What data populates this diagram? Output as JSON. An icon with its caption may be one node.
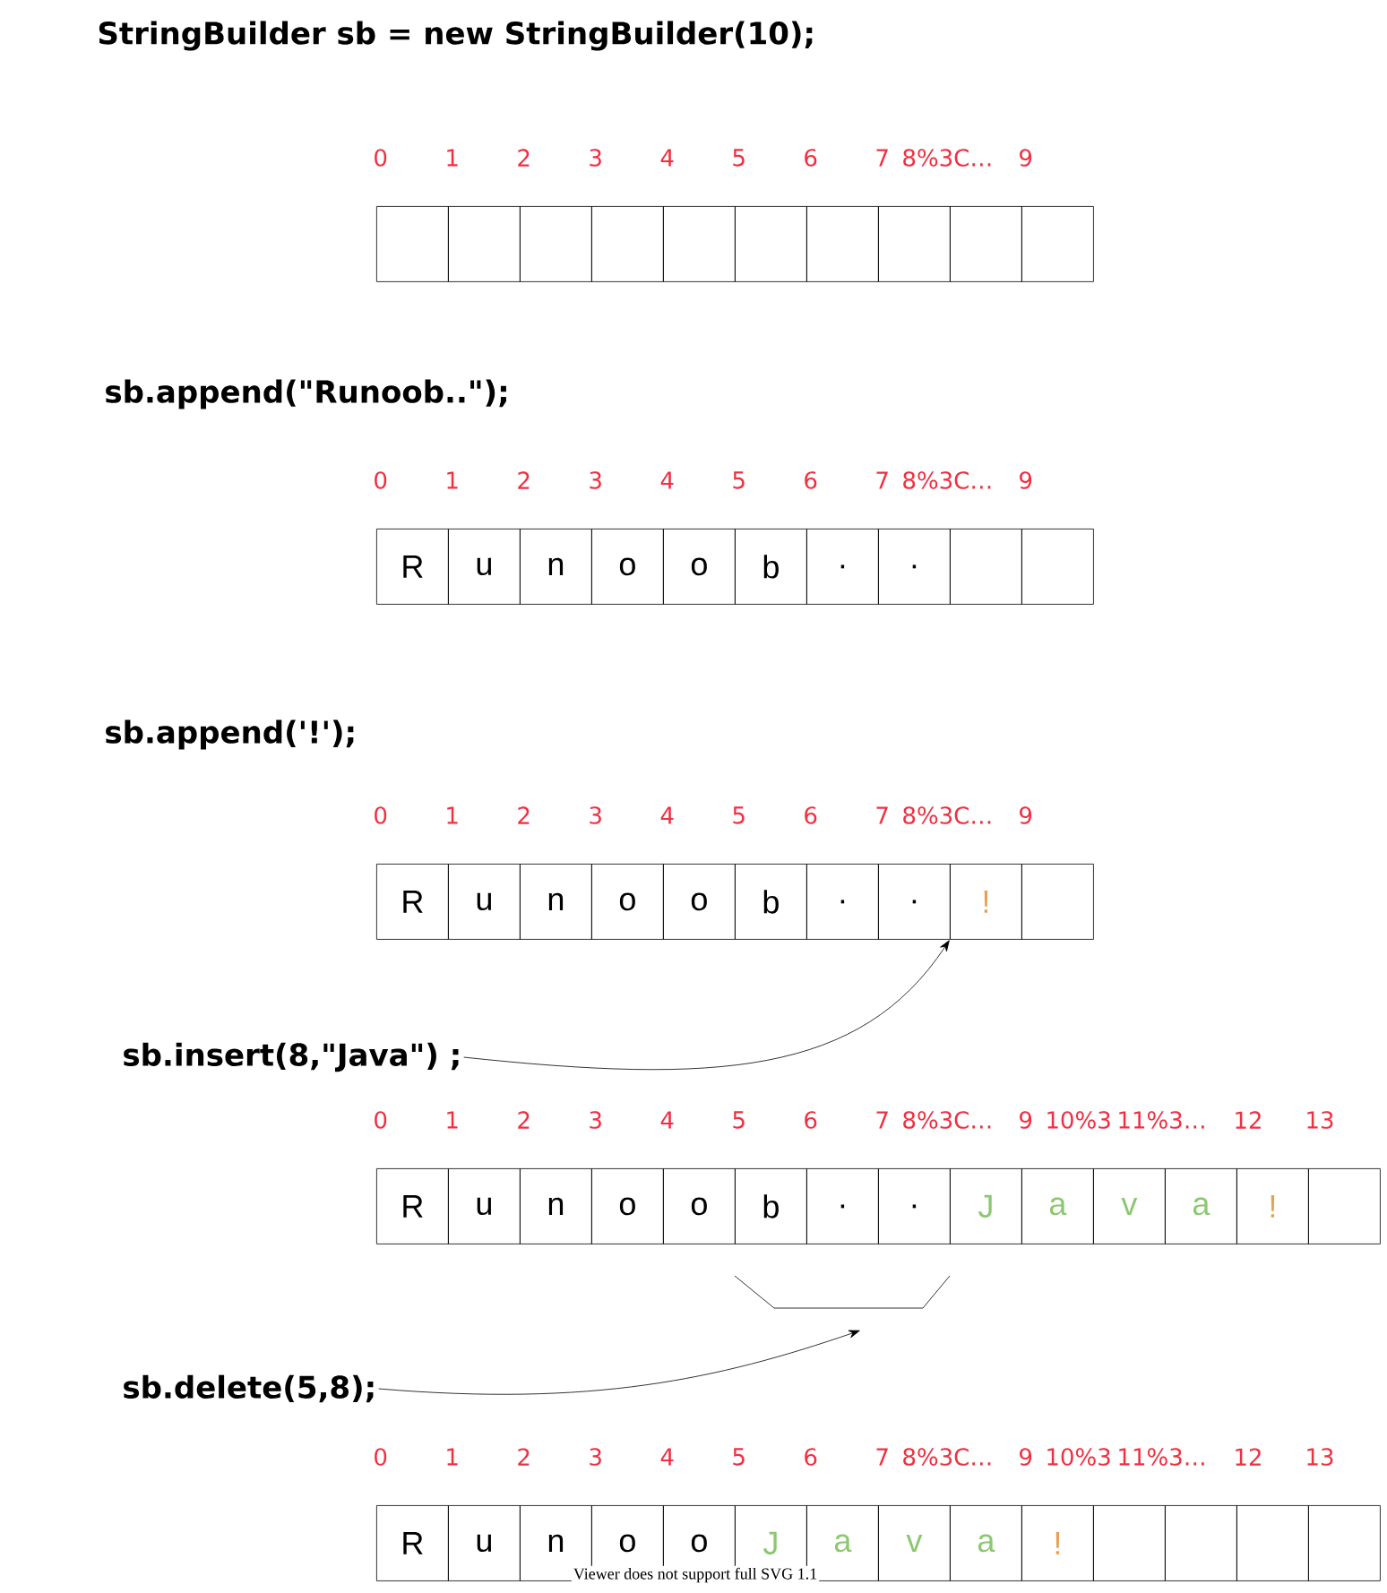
{
  "diagram": {
    "nodes": [
      {
        "text": [
          "StringBuilder sb = new StringBuilder(10);"
        ]
      },
      {
        "text": [],
        "shape": "box",
        "beside": [
          "0"
        ]
      },
      {
        "text": [],
        "shape": "box",
        "beside": [
          "1"
        ]
      },
      {
        "text": [],
        "shape": "box",
        "beside": [
          "2"
        ]
      },
      {
        "text": [],
        "shape": "box",
        "beside": [
          "3"
        ]
      },
      {
        "text": [],
        "shape": "box",
        "beside": [
          "4"
        ]
      },
      {
        "text": [],
        "shape": "box",
        "beside": [
          "5"
        ]
      },
      {
        "text": [],
        "shape": "box",
        "beside": [
          "6"
        ]
      },
      {
        "text": [],
        "shape": "box",
        "beside": [
          "7"
        ]
      },
      {
        "text": [],
        "shape": "box",
        "beside": [
          "8%3C…"
        ]
      },
      {
        "text": [],
        "shape": "box",
        "beside": [
          "9"
        ]
      },
      {
        "text": [
          "sb.append(\"Runoob..\");"
        ]
      },
      {
        "text": [
          "R"
        ],
        "beside": [
          "0"
        ]
      },
      {
        "text": [
          "u"
        ],
        "beside": [
          "1"
        ]
      },
      {
        "text": [
          "n"
        ],
        "beside": [
          "2"
        ]
      },
      {
        "text": [
          "o"
        ],
        "beside": [
          "3"
        ]
      },
      {
        "text": [
          "o"
        ],
        "beside": [
          "4"
        ]
      },
      {
        "text": [
          "b"
        ],
        "beside": [
          "5"
        ]
      },
      {
        "text": [
          "."
        ],
        "beside": [
          "6"
        ]
      },
      {
        "text": [
          "."
        ],
        "beside": [
          "7"
        ]
      },
      {
        "text": [],
        "shape": "box",
        "beside": [
          "8%3C…"
        ]
      },
      {
        "text": [],
        "shape": "box",
        "beside": [
          "9"
        ]
      },
      {
        "text": [
          "sb.append('!');"
        ]
      },
      {
        "text": [
          "R"
        ],
        "beside": [
          "0"
        ]
      },
      {
        "text": [
          "u"
        ],
        "beside": [
          "1"
        ]
      },
      {
        "text": [
          "n"
        ],
        "beside": [
          "2"
        ]
      },
      {
        "text": [
          "o"
        ],
        "beside": [
          "3"
        ]
      },
      {
        "text": [
          "o"
        ],
        "beside": [
          "4"
        ]
      },
      {
        "text": [
          "b"
        ],
        "beside": [
          "5"
        ]
      },
      {
        "text": [
          "."
        ],
        "beside": [
          "6"
        ]
      },
      {
        "text": [
          "."
        ],
        "beside": [
          "7"
        ]
      },
      {
        "text": [
          "!"
        ],
        "beside": [
          "8%3C…"
        ]
      },
      {
        "text": [],
        "shape": "box",
        "beside": [
          "9"
        ]
      },
      {
        "text": [
          "sb.insert(8,\"Java\") ;"
        ]
      },
      {
        "text": [
          "R"
        ],
        "beside": [
          "0"
        ]
      },
      {
        "text": [
          "u"
        ],
        "beside": [
          "1"
        ]
      },
      {
        "text": [
          "n"
        ],
        "beside": [
          "2"
        ]
      },
      {
        "text": [
          "o"
        ],
        "beside": [
          "3"
        ]
      },
      {
        "text": [
          "o"
        ],
        "beside": [
          "4"
        ]
      },
      {
        "text": [
          "b"
        ],
        "beside": [
          "5"
        ]
      },
      {
        "text": [
          "."
        ],
        "beside": [
          "6"
        ]
      },
      {
        "text": [
          "."
        ],
        "beside": [
          "7"
        ]
      },
      {
        "text": [
          "J"
        ],
        "beside": [
          "8%3C…"
        ]
      },
      {
        "text": [
          "a"
        ],
        "beside": [
          "9"
        ]
      },
      {
        "text": [
          "v"
        ],
        "beside": [
          "10%3"
        ]
      },
      {
        "text": [
          "a"
        ],
        "beside": [
          "11%3…"
        ]
      },
      {
        "text": [
          "!"
        ],
        "beside": [
          "12"
        ]
      },
      {
        "text": [],
        "shape": "box",
        "beside": [
          "13"
        ]
      },
      {
        "text": [],
        "shape": "bracket"
      },
      {
        "text": [
          "sb.delete(5,8);"
        ]
      },
      {
        "text": [
          "R"
        ],
        "beside": [
          "0"
        ]
      },
      {
        "text": [
          "u"
        ],
        "beside": [
          "1"
        ]
      },
      {
        "text": [
          "n"
        ],
        "beside": [
          "2"
        ]
      },
      {
        "text": [
          "o"
        ],
        "beside": [
          "3"
        ]
      },
      {
        "text": [
          "o"
        ],
        "beside": [
          "4"
        ]
      },
      {
        "text": [
          "J"
        ],
        "beside": [
          "5"
        ]
      },
      {
        "text": [
          "a"
        ],
        "beside": [
          "6"
        ]
      },
      {
        "text": [
          "v"
        ],
        "beside": [
          "7"
        ]
      },
      {
        "text": [
          "a"
        ],
        "beside": [
          "8%3C…"
        ]
      },
      {
        "text": [
          "!"
        ],
        "beside": [
          "9"
        ]
      },
      {
        "text": [],
        "shape": "box",
        "beside": [
          "10%3"
        ]
      },
      {
        "text": [],
        "shape": "box",
        "beside": [
          "11%3…"
        ]
      },
      {
        "text": [],
        "shape": "box",
        "beside": [
          "12"
        ]
      },
      {
        "text": [],
        "shape": "box",
        "beside": [
          "13"
        ]
      }
    ],
    "edges": [
      {
        "from": 33,
        "to": 31,
        "arrow": "to"
      },
      {
        "from": 49,
        "to": 48,
        "arrow": "to"
      }
    ],
    "labels": [
      "Viewer does not support full SVG 1.1"
    ]
  }
}
